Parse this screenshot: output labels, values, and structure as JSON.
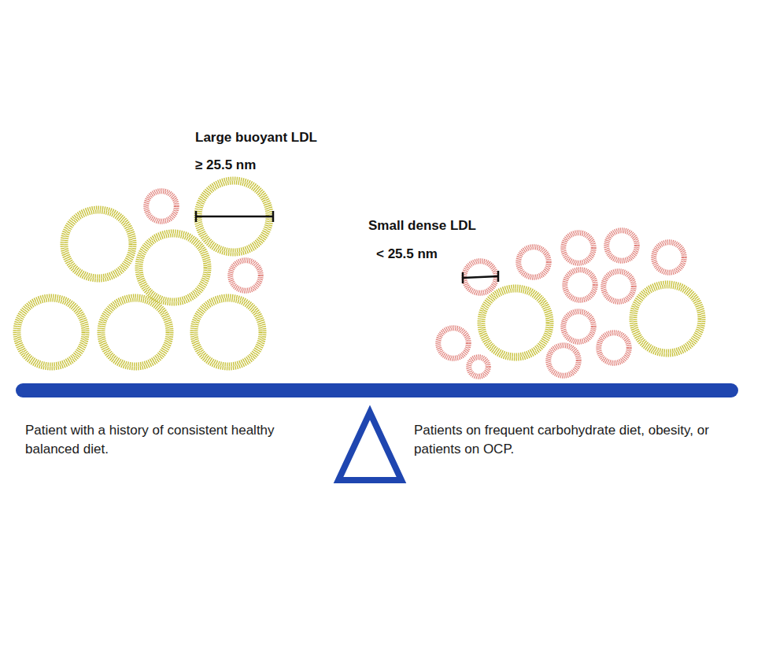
{
  "diagram": {
    "labels": [
      "Large buoyant LDL",
      "≥ 25.5 nm",
      "Small dense LDL",
      "< 25.5 nm",
      "Patient with a history of consistent healthy balanced diet.",
      "Patients on frequent carbohydrate diet, obesity, or patients on OCP."
    ]
  }
}
